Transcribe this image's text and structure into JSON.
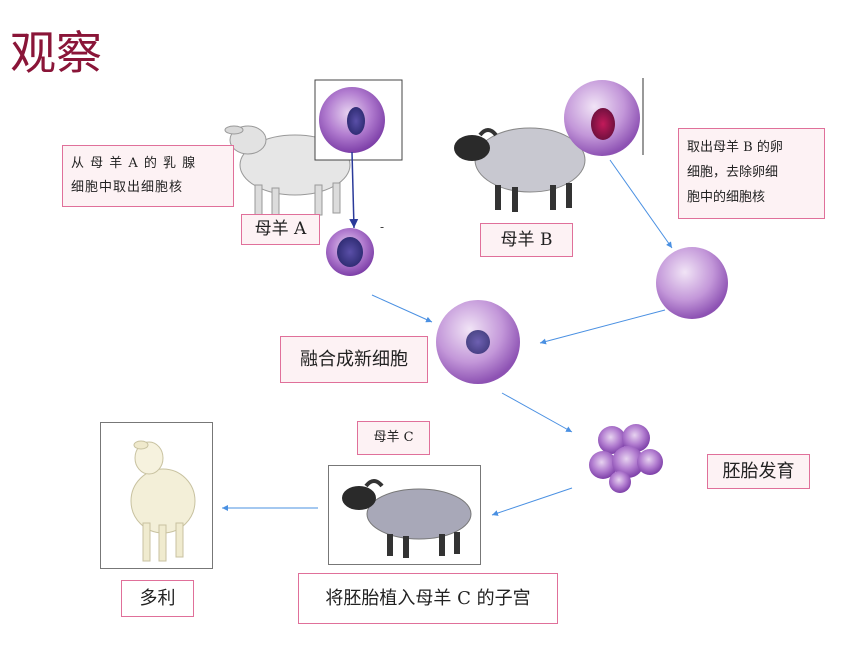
{
  "title": "观察",
  "labels": {
    "step1": "从母羊 A 的乳腺细胞中取出细胞核",
    "step1_line1": "从 母 羊  A  的 乳 腺",
    "step1_line2": "细胞中取出细胞核",
    "step2_line1": "取出母羊 B 的卵",
    "step2_line2": "细胞，去除卵细",
    "step2_line3": "胞中的细胞核",
    "sheep_a": "母羊 A",
    "sheep_b": "母羊 B",
    "fuse": "融合成新细胞",
    "embryo": "胚胎发育",
    "sheep_c": "母羊 C",
    "implant": "将胚胎植入母羊 C 的子宫",
    "dolly": "多利",
    "dash": "-"
  },
  "colors": {
    "title": "#8a1538",
    "box_border": "#e0709a",
    "box_fill": "#fdf2f4",
    "arrow": "#4a90e2",
    "cell_purple": "#9b59b6"
  }
}
